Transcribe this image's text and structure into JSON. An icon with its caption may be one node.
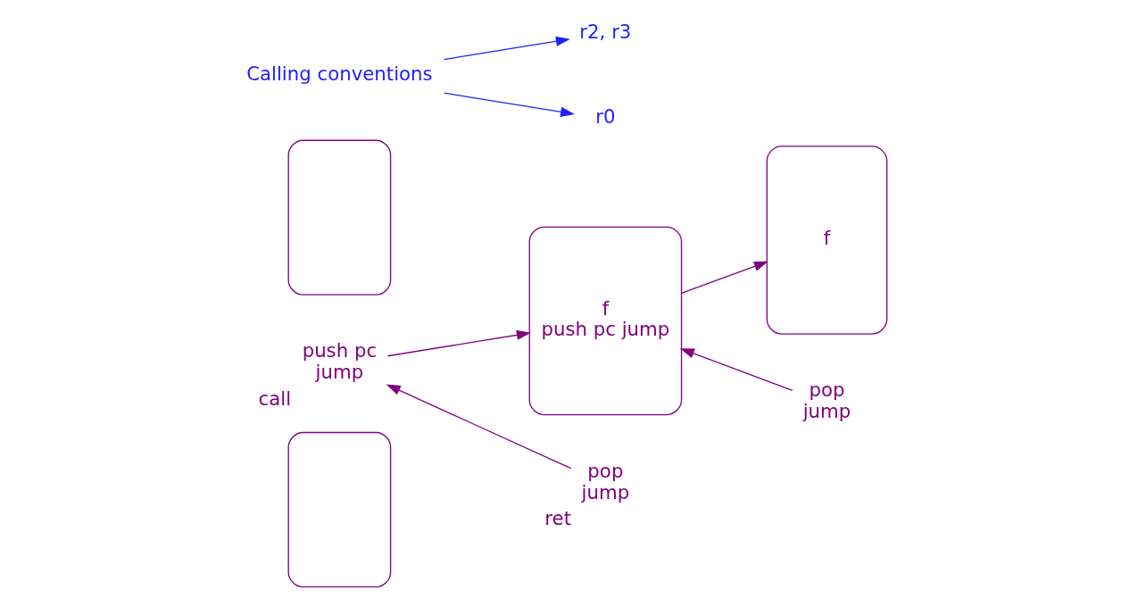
{
  "diagram": {
    "nodes": [
      {
        "text": [],
        "shape": "box"
      },
      {
        "text": [
          "push pc",
          "jump"
        ],
        "beside": [
          "call"
        ]
      },
      {
        "text": [],
        "shape": "box"
      },
      {
        "text": [
          "f",
          "push pc jump"
        ]
      },
      {
        "text": [
          "pop",
          "jump"
        ],
        "beside": [
          "ret"
        ]
      },
      {
        "text": [
          "f"
        ]
      },
      {
        "text": [
          "pop",
          "jump"
        ]
      },
      {
        "text": [
          "Calling conventions"
        ]
      },
      {
        "text": [
          "r2, r3"
        ]
      },
      {
        "text": [
          "r0"
        ]
      }
    ],
    "edges": [
      {
        "from": 1,
        "to": 3,
        "arrow": "to"
      },
      {
        "from": 3,
        "to": 5,
        "arrow": "to"
      },
      {
        "from": 6,
        "to": 3,
        "arrow": "to"
      },
      {
        "from": 4,
        "to": 1,
        "arrow": "to"
      },
      {
        "from": 7,
        "to": 8,
        "arrow": "to",
        "color": "#1f1fff"
      },
      {
        "from": 7,
        "to": 9,
        "arrow": "to",
        "color": "#1f1fff"
      }
    ]
  }
}
